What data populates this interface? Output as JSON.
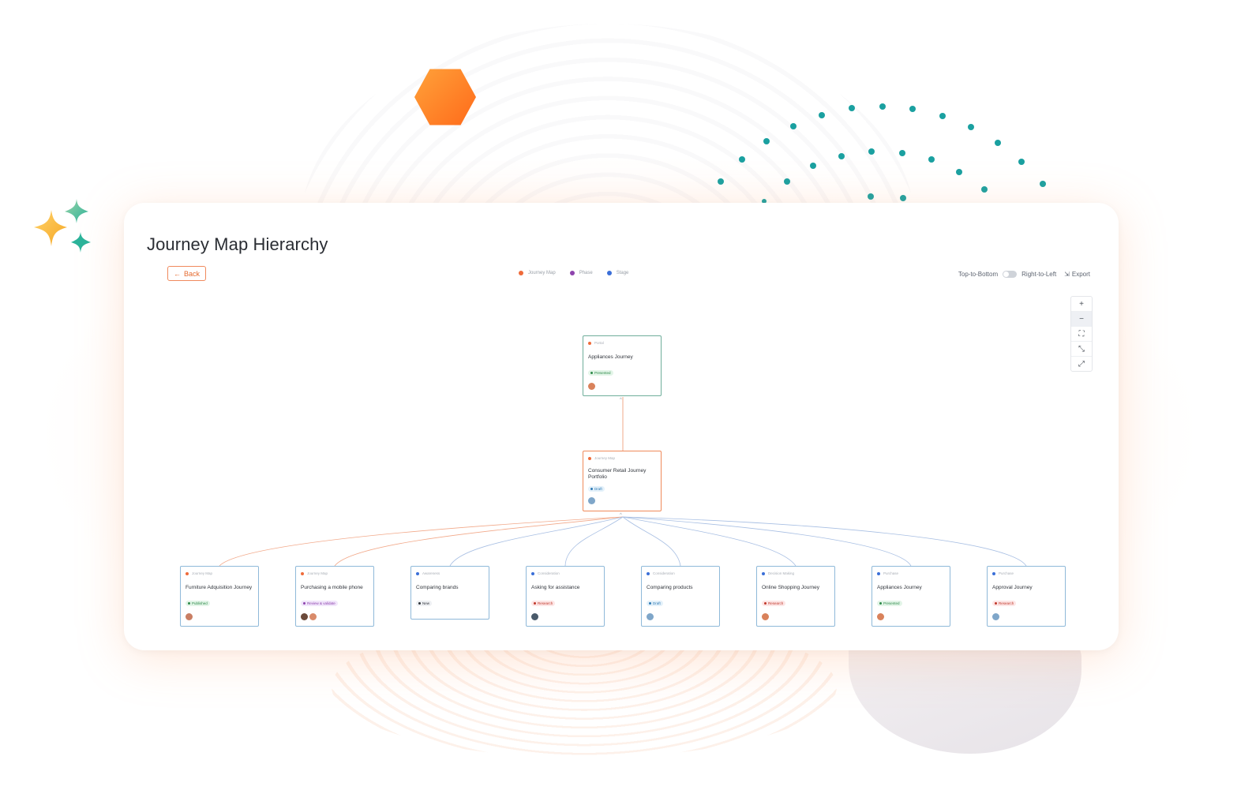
{
  "page": {
    "title": "Journey Map Hierarchy",
    "back_label": "Back"
  },
  "legend": [
    {
      "label": "Journey Map",
      "color": "#ef6b3a"
    },
    {
      "label": "Phase",
      "color": "#8e44ad"
    },
    {
      "label": "Stage",
      "color": "#3b6fd8"
    }
  ],
  "toolbar": {
    "top_to_bottom": "Top-to-Bottom",
    "right_to_left": "Right-to-Left",
    "export": "Export"
  },
  "zoom": {
    "zoom_in": "+",
    "zoom_out": "−",
    "fit": "⛶",
    "collapse": "⤡",
    "expand": "⤢"
  },
  "colors": {
    "accent": "#ef6b3a",
    "teal_border": "#6fae9b",
    "blue_border": "#8fb9d9",
    "edge_orange": "#f2a98a",
    "edge_blue": "#a8bfe3"
  },
  "nodes": {
    "root": {
      "type": "Portal",
      "title": "Appliances Journey",
      "status": "Presented",
      "avatars": [
        "#d9825b"
      ]
    },
    "portfolio": {
      "type": "Journey Map",
      "title": "Consumer Retail Journey Portfolio",
      "status": "Draft",
      "avatars": [
        "#7fa6c9"
      ]
    },
    "children": [
      {
        "type": "Journey Map",
        "title": "Furniture Adquisition Journey",
        "status": "Published",
        "avatars": [
          "#c97e63"
        ]
      },
      {
        "type": "Journey Map",
        "title": "Purchasing a mobile phone",
        "status": "Review & validate",
        "avatars": [
          "#6b4a3a",
          "#d98b6a"
        ]
      },
      {
        "type": "Awareness",
        "title": "Comparing brands",
        "status": "New",
        "avatars": []
      },
      {
        "type": "Consideration",
        "title": "Asking for assistance",
        "status": "Research",
        "avatars": [
          "#4a5a6a"
        ]
      },
      {
        "type": "Consideration",
        "title": "Comparing products",
        "status": "Draft",
        "avatars": [
          "#7fa6c9"
        ]
      },
      {
        "type": "Decision Making",
        "title": "Online Shopping Journey",
        "status": "Research",
        "avatars": [
          "#d9825b"
        ]
      },
      {
        "type": "Purchase",
        "title": "Appliances Journey",
        "status": "Presented",
        "avatars": [
          "#d9825b"
        ]
      },
      {
        "type": "Purchase",
        "title": "Approval Journey",
        "status": "Research",
        "avatars": [
          "#7fa6c9"
        ]
      }
    ]
  }
}
